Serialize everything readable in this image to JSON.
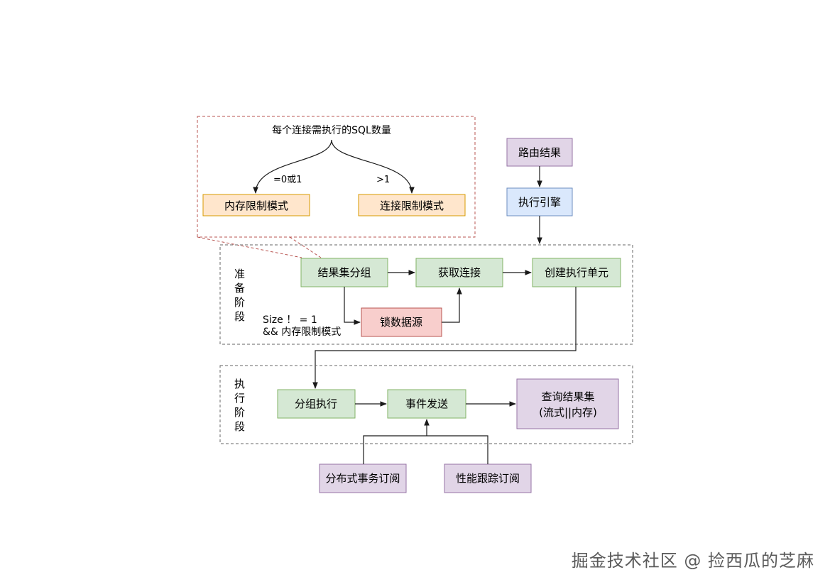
{
  "colors": {
    "green_fill": "#d5e8d4",
    "green_stroke": "#82b366",
    "purple_fill": "#e1d5e7",
    "purple_stroke": "#9673a6",
    "orange_fill": "#ffe6cc",
    "orange_stroke": "#d79b00",
    "blue_fill": "#dae8fc",
    "blue_stroke": "#6c8ebf",
    "red_fill": "#f8cecc",
    "red_stroke": "#b85450",
    "callout_stroke": "#b85450",
    "phase_stroke": "#666666"
  },
  "callout": {
    "title": "每个连接需执行的SQL数量",
    "left_edge_label": "=0或1",
    "right_edge_label": ">1",
    "left_node": "内存限制模式",
    "right_node": "连接限制模式"
  },
  "top_right": {
    "route_result": "路由结果",
    "exec_engine": "执行引擎"
  },
  "prepare_phase": {
    "label": [
      "准",
      "备",
      "阶",
      "段"
    ],
    "group_result": "结果集分组",
    "get_connection": "获取连接",
    "create_unit": "创建执行单元",
    "lock_datasource": "锁数据源",
    "condition_line1": "Size ！ = 1",
    "condition_line2": "&& 内存限制模式"
  },
  "execute_phase": {
    "label": [
      "执",
      "行",
      "阶",
      "段"
    ],
    "group_exec": "分组执行",
    "event_send": "事件发送",
    "query_result_line1": "查询结果集",
    "query_result_line2": "(流式||内存)"
  },
  "subscribers": {
    "dist_tx": "分布式事务订阅",
    "perf_trace": "性能跟踪订阅"
  },
  "watermark": "掘金技术社区 @ 捡西瓜的芝麻"
}
